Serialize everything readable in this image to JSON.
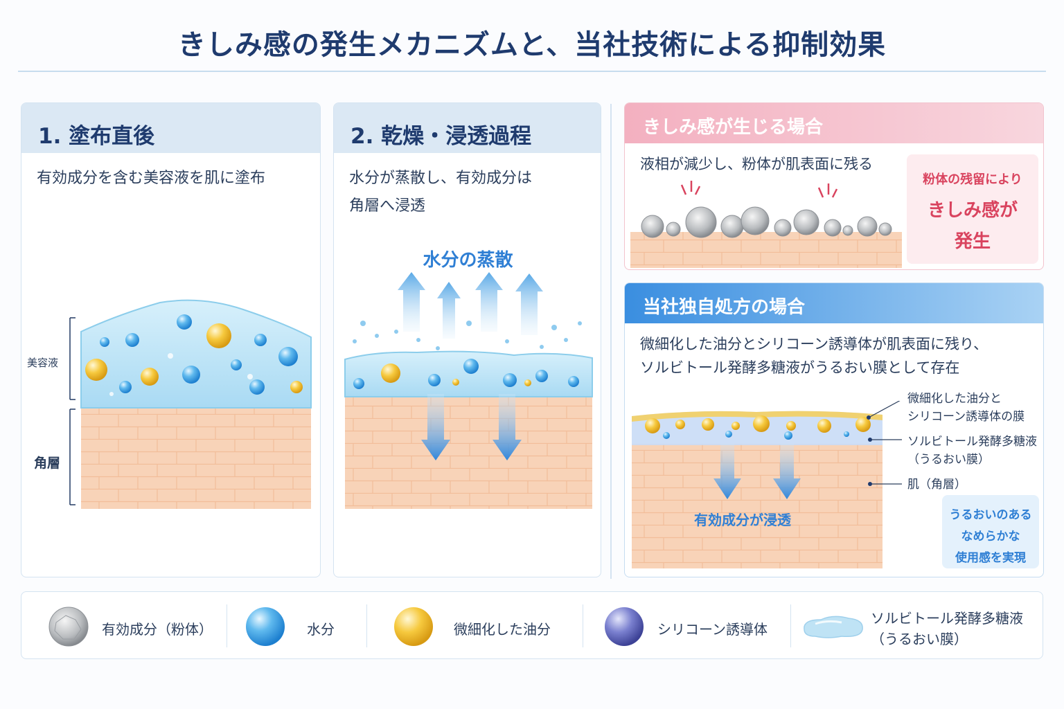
{
  "title": "きしみ感の発生メカニズムと、当社技術による抑制効果",
  "colors": {
    "navy": "#1f3b6e",
    "pink_accent": "#d9435e",
    "blue_accent": "#2f7fd4",
    "skin": "#f8d3b8",
    "water": "#bfe3f5"
  },
  "panel1": {
    "heading": "1. 塗布直後",
    "description": "有効成分を含む美容液を肌に塗布",
    "label_serum": "美容液",
    "label_horny": "角層"
  },
  "panel2": {
    "heading": "2. 乾燥・浸透過程",
    "description_line1": "水分が蒸散し、有効成分は",
    "description_line2": "角層へ浸透",
    "evaporation_label": "水分の蒸散"
  },
  "panel3": {
    "heading": "きしみ感が生じる場合",
    "description": "液相が減少し、粉体が肌表面に残る",
    "callout_line1": "粉体の残留により",
    "callout_line2": "きしみ感が",
    "callout_line3": "発生"
  },
  "panel4": {
    "heading": "当社独自処方の場合",
    "description_line1": "微細化した油分とシリコーン誘導体が肌表面に残り、",
    "description_line2": "ソルビトール発酵多糖液がうるおい膜として存在",
    "label_film_line1": "微細化した油分と",
    "label_film_line2": "シリコーン誘導体の膜",
    "label_moist_line1": "ソルビトール発酵多糖液",
    "label_moist_line2": "（うるおい膜）",
    "label_skin": "肌（角層）",
    "penetration_label": "有効成分が浸透",
    "callout_line1": "うるおいのある",
    "callout_line2": "なめらかな",
    "callout_line3": "使用感を実現"
  },
  "legend": {
    "powder": "有効成分（粉体）",
    "water": "水分",
    "oil": "微細化した油分",
    "silicone": "シリコーン誘導体",
    "film_line1": "ソルビトール発酵多糖液",
    "film_line2": "（うるおい膜）"
  }
}
